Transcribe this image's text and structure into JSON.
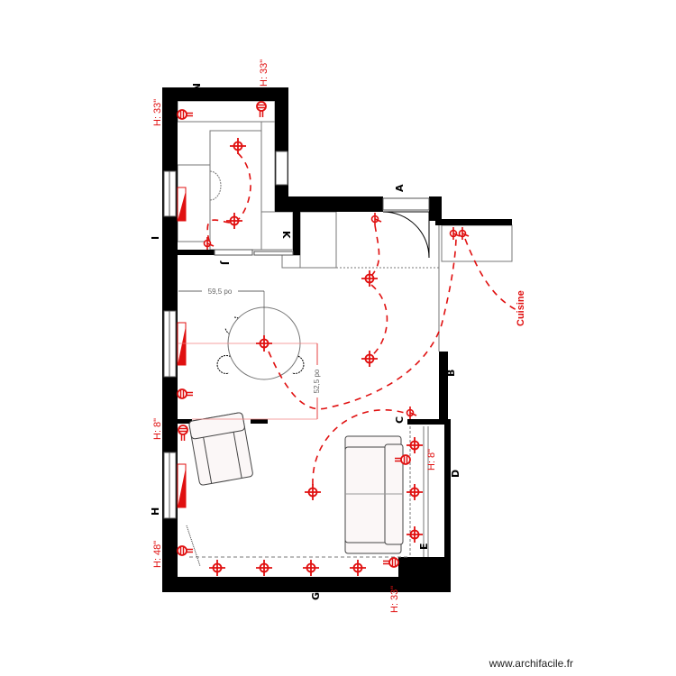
{
  "plan": {
    "wall_labels": {
      "M": "M",
      "A": "A",
      "K": "K",
      "J": "J",
      "B": "B",
      "C": "C",
      "D": "D",
      "E": "E",
      "H": "H",
      "G": "G",
      "I": "I"
    },
    "heights": {
      "top_left": "H: 33\"",
      "top_mid": "H: 33\"",
      "left_mid": "H: 8\"",
      "left_low": "H: 48\"",
      "right_room": "H: 8\"",
      "bottom": "H: 33\""
    },
    "dimensions": {
      "horizontal": "59,5 po",
      "vertical": "52,5 po"
    },
    "room_label": "Cuisine",
    "colors": {
      "walls": "#000000",
      "electrical": "#e01010",
      "furniture_outline": "#444444"
    }
  },
  "watermark": "www.archifacile.fr"
}
